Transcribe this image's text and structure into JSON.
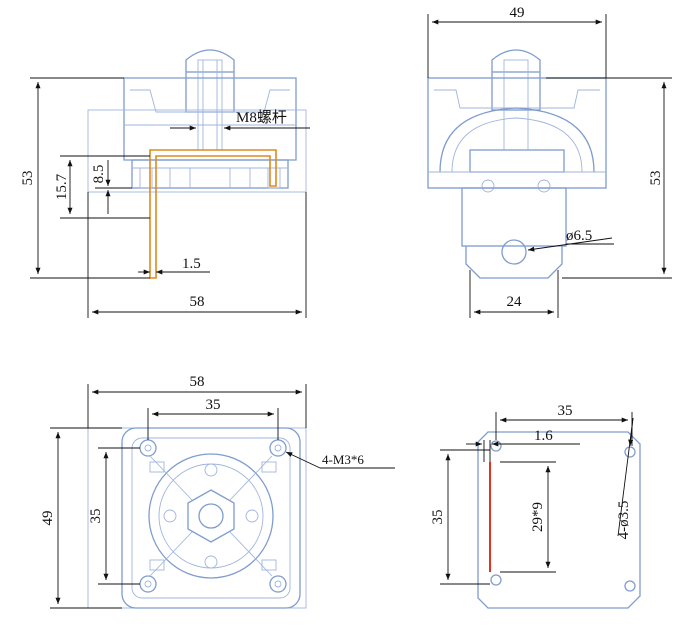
{
  "front_view": {
    "dim_height": "53",
    "dim_15_7": "15.7",
    "dim_8_5": "8.5",
    "dim_width": "58",
    "dim_thickness": "1.5",
    "label_bolt": "M8螺杆"
  },
  "side_view": {
    "dim_width": "49",
    "dim_height": "53",
    "dim_hole": "ø6.5",
    "dim_base": "24"
  },
  "bottom_view": {
    "dim_width": "58",
    "dim_hole_spacing_x": "35",
    "dim_height": "49",
    "dim_hole_spacing_y": "35",
    "label_screws": "4-M3*6"
  },
  "bracket_view": {
    "dim_width": "35",
    "dim_offset": "1.6",
    "dim_height": "35",
    "dim_slot": "29*9",
    "label_holes": "4-ø3.5"
  },
  "colors": {
    "part_outline": "#7f9ccf",
    "bracket": "#e08a1e",
    "slot": "#e0341e",
    "dimension": "#111111"
  }
}
